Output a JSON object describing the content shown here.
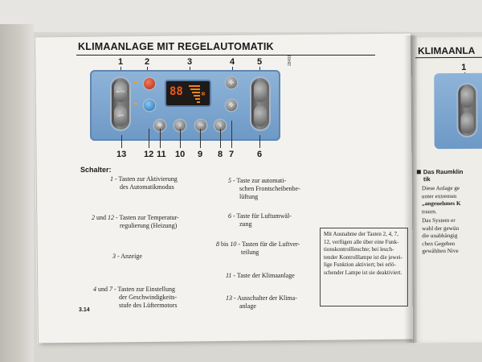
{
  "left_page": {
    "title": "KLIMAANLAGE MIT REGELAUTOMATIK",
    "figure_code": "28491",
    "callouts_top": [
      "1",
      "2",
      "3",
      "4",
      "5"
    ],
    "callouts_bottom": [
      "13",
      "12",
      "11",
      "10",
      "9",
      "8",
      "7",
      "6"
    ],
    "panel": {
      "display_digits": "88",
      "button_auto": "AUTO",
      "button_off": "OFF"
    },
    "section_heading": "Schalter:",
    "descriptions_left": [
      {
        "key": "1",
        "line1": " - Tasten zur Aktivierung",
        "line2": "des Automatikmodus",
        "line3": ""
      },
      {
        "key": "2",
        "mid": " und ",
        "key2": "12",
        "line1": " - Tasten zur Temperatur-",
        "line2": "regulierung (Heizung)",
        "line3": ""
      },
      {
        "key": "3",
        "line1": " - Anzeige",
        "line2": "",
        "line3": ""
      },
      {
        "key": "4",
        "mid": " und ",
        "key2": "7",
        "line1": " - Tasten zur Einstellung",
        "line2": "der Geschwindigkeits-",
        "line3": "stufe des Lüftermotors"
      }
    ],
    "descriptions_right": [
      {
        "key": "5",
        "line1": " - Taste zur automati-",
        "line2": "schen Frontscheibenbe-",
        "line3": "lüftung"
      },
      {
        "key": "6",
        "line1": " - Taste für Luftumwäl-",
        "line2": "zung",
        "line3": ""
      },
      {
        "key": "8",
        "mid": " bis ",
        "key2": "10",
        "line1": " - Tasten für die Luftver-",
        "line2": "teilung",
        "line3": ""
      },
      {
        "key": "11",
        "line1": " - Taste der Klimaanlage",
        "line2": "",
        "line3": ""
      },
      {
        "key": "13",
        "line1": " - Ausschalter der Klima-",
        "line2": "anlage",
        "line3": ""
      }
    ],
    "note_lines": [
      "Mit Ausnahme der Tasten 2, 4, 7,",
      "12, verfügen alle über eine Funk-",
      "tionskontrollleuchte; bei leuch-",
      "tender Kontrolllampe ist die jewei-",
      "lige Funktion aktiviert; bei erlö-",
      "schender Lampe ist sie deaktiviert."
    ],
    "page_number": "3.14"
  },
  "right_page": {
    "title": "KLIMAANLA",
    "callout": "1",
    "heading_line1": "Das Raumklin",
    "heading_line2": "tik",
    "para1": [
      "Diese Anlage ge",
      "unter extremen",
      "„angenehmes K",
      "traum."
    ],
    "para2": [
      "Das System er",
      "wahl der gewün",
      "die unabhängig",
      "chen Gegeben",
      "gewählten Nive"
    ]
  },
  "colors": {
    "panel_blue": "#7aa6d2",
    "display_orange": "#f05a1c",
    "paper": "#f4f2ee"
  }
}
